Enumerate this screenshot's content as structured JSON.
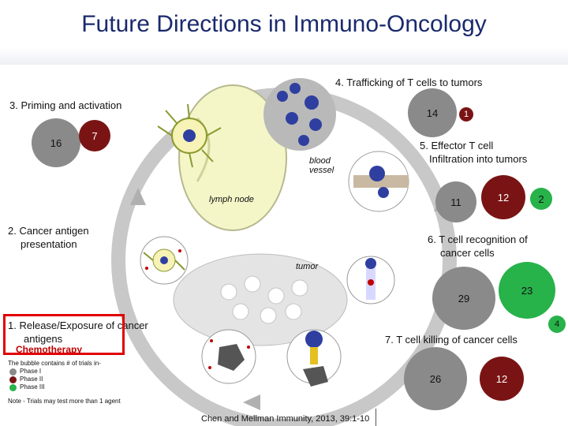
{
  "title": "Future Directions in Immuno-Oncology",
  "steps": {
    "s1": "1. Release/Exposure of cancer",
    "s1b": "antigens",
    "s2": "2. Cancer antigen",
    "s2b": "presentation",
    "s3": "3. Priming and activation",
    "s4": "4. Trafficking of T cells to tumors",
    "s5": "5. Effector T cell",
    "s5b": "Infiltration into tumors",
    "s6": "6. T cell recognition of",
    "s6b": "cancer cells",
    "s7": "7. T cell killing of cancer cells"
  },
  "diagram_labels": {
    "blood1": "blood",
    "blood2": "vessel",
    "lymph": "lymph node",
    "tumor": "tumor"
  },
  "bubbles": {
    "s3_p1": "16",
    "s3_p2": "7",
    "s4_p1": "14",
    "s4_p2": "1",
    "s5_p1": "11",
    "s5_p2": "12",
    "s5_p3": "2",
    "s6_p1": "29",
    "s6_p3": "23",
    "s7_p1": "26",
    "s7_p2": "12",
    "s7_p3": "4"
  },
  "chemo": "Chemotherapy",
  "legend": {
    "intro": "The bubble contains # of trials in-",
    "p1": "Phase I",
    "p2": "Phase II",
    "p3": "Phase III",
    "note": "Note - Trials may test more than 1 agent"
  },
  "citation": "Chen and Mellman Immunity, 2013, 39:1-10",
  "colors": {
    "phase1": "#8a8a8a",
    "phase2": "#7a1414",
    "phase3": "#27b24a",
    "title": "#1a2a6c",
    "highlight": "#e00000"
  }
}
